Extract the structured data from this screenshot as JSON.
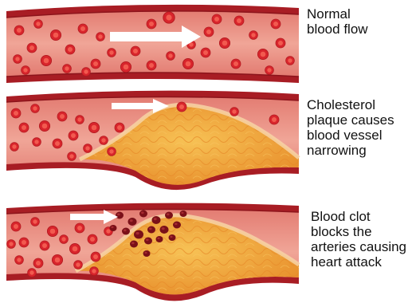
{
  "panels": [
    {
      "label_lines": [
        "Normal",
        "blood flow"
      ]
    },
    {
      "label_lines": [
        "Cholesterol",
        "plaque causes",
        "blood vessel",
        "narrowing"
      ]
    },
    {
      "label_lines": [
        "Blood clot",
        "blocks the",
        "arteries causing",
        "heart attack"
      ]
    }
  ],
  "colors": {
    "vessel_wall": "#a81d24",
    "vessel_wall_dark": "#8c141b",
    "vessel_lumen": "#e6877c",
    "vessel_lumen_light": "#f0a597",
    "red_cell": "#d8252c",
    "red_cell_center": "#f25a4f",
    "plaque": "#f2a33a",
    "plaque_dark": "#e5892a",
    "clot": "#7a1018",
    "flow_arrow": "#ffffff"
  },
  "icons": [
    "red-blood-cell",
    "flow-arrow",
    "cholesterol-plaque",
    "blood-clot"
  ]
}
